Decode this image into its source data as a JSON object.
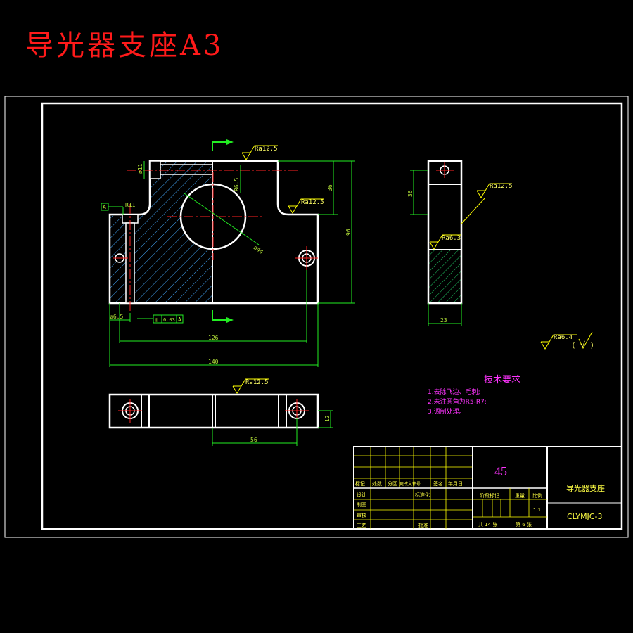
{
  "title": "导光器支座A3",
  "colors": {
    "background": "#000000",
    "outline": "#ffffff",
    "dimension": "#22ee22",
    "center_line": "#ff2222",
    "annotation": "#ffff00",
    "notes": "#ff33ff",
    "title_red": "#ff1a1a"
  },
  "roughness": {
    "top": "Ra12.5",
    "shoulder": "Ra12.5",
    "side": "Ra12.5",
    "side_face": "Ra6.3",
    "bottom_view": "Ra12.5",
    "general": "Ra6.4",
    "general_suffix": "( √ )"
  },
  "dimensions": {
    "d11": "ø11",
    "r11": "R11",
    "r65": "R6.5",
    "d44": "ø44",
    "h36": "36",
    "h96": "96",
    "w126": "126",
    "w140": "140",
    "s65": "ø6.5",
    "side_h": "36",
    "side_w": "23",
    "bot_56": "56",
    "bot_12": "12"
  },
  "datum": "A",
  "tolerance": {
    "symbol": "◎",
    "value": "0.03",
    "datum": "A"
  },
  "tech_req": {
    "title": "技术要求",
    "items": [
      "1.去除飞边、毛刺;",
      "2.未注圆角为R5-R7;",
      "3.调制处理。"
    ]
  },
  "title_block": {
    "material": "45",
    "part_name": "导光器支座",
    "drawing_no": "CLYMJC-3",
    "header_cols": [
      "标记",
      "处数",
      "分区",
      "更改文件号",
      "签名",
      "年月日"
    ],
    "rows": [
      "设计",
      "制图",
      "审核",
      "工艺"
    ],
    "std_label": "标准化",
    "approve_label": "批准",
    "stage_label": "阶段标记",
    "weight_label": "重量",
    "scale_label": "比例",
    "scale_value": "1:1",
    "sheets": "共 14 张",
    "sheet_no": "第 6 张"
  }
}
